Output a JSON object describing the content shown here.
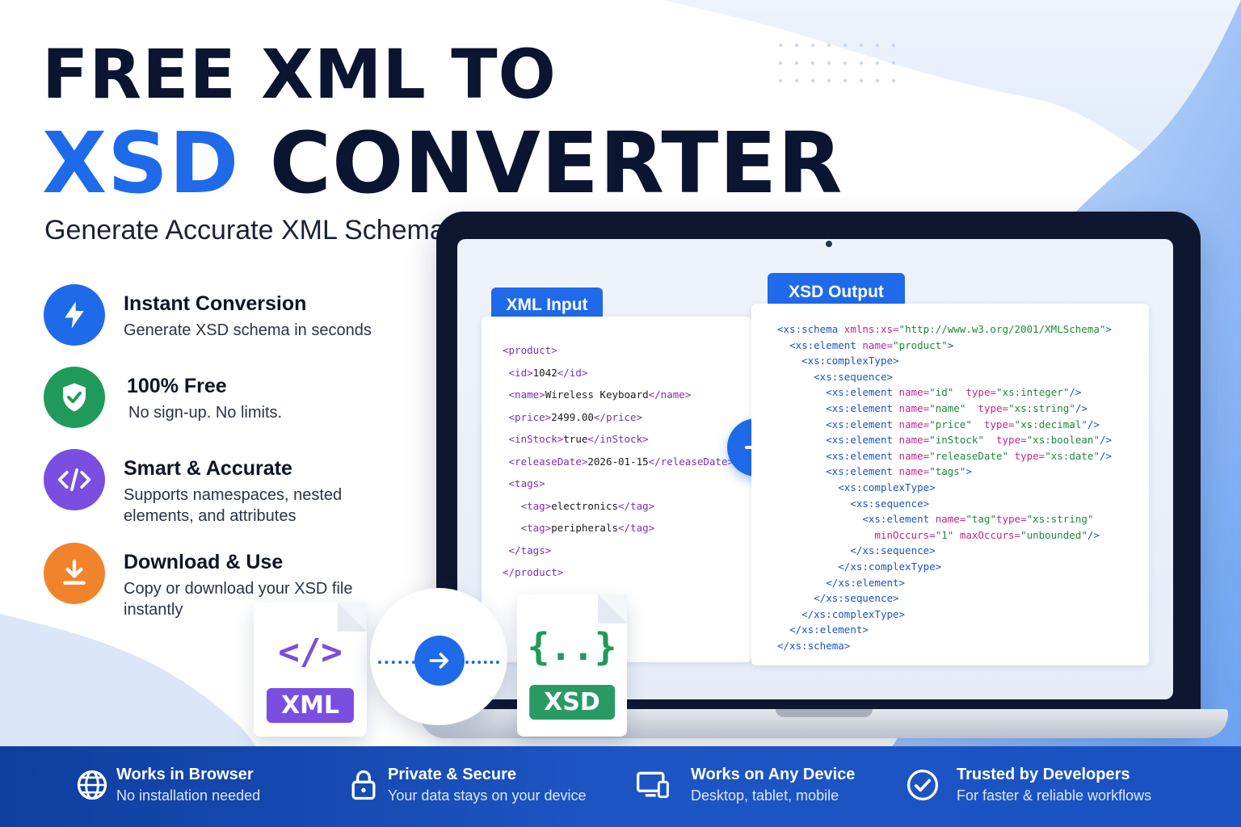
{
  "headline": {
    "line1": "FREE XML TO",
    "line2_accent": "XSD",
    "line2_rest": "CONVERTER",
    "subtitle": "Generate Accurate XML Schemas Instantly"
  },
  "features": [
    {
      "title": "Instant Conversion",
      "desc": "Generate XSD schema in seconds",
      "icon": "lightning-icon",
      "color": "#1f6ae8"
    },
    {
      "title": "100% Free",
      "desc": "No sign-up. No limits.",
      "icon": "shield-check-icon",
      "color": "#1f9a5a"
    },
    {
      "title": "Smart & Accurate",
      "desc": "Supports namespaces, nested elements, and attributes",
      "icon": "code-icon",
      "color": "#7a4ee0"
    },
    {
      "title": "Download & Use",
      "desc": "Copy or download your XSD file instantly",
      "icon": "download-icon",
      "color": "#f2832d"
    }
  ],
  "panels": {
    "input_tab": "XML Input",
    "output_tab": "XSD Output"
  },
  "xml_input": {
    "product_open": "<product>",
    "id": "1042",
    "name": "Wireless Keyboard",
    "price": "2499.00",
    "inStock": "true",
    "releaseDate": "2026-01-15",
    "tag1": "electronics",
    "tag2": "peripherals"
  },
  "xsd_output": {
    "namespace": "http://www.w3.org/2001/XMLSchema",
    "root_name": "product",
    "fields": [
      {
        "name": "id",
        "type": "xs:integer"
      },
      {
        "name": "name",
        "type": "xs:string"
      },
      {
        "name": "price",
        "type": "xs:decimal"
      },
      {
        "name": "inStock",
        "type": "xs:boolean"
      },
      {
        "name": "releaseDate",
        "type": "xs:date"
      }
    ],
    "tags_name": "tags",
    "tag_name": "tag",
    "tag_type": "xs:string",
    "min_occurs": "1",
    "max_occurs": "unbounded"
  },
  "file_cards": {
    "xml_badge": "XML",
    "xml_glyph": "</>",
    "xsd_badge": "XSD",
    "xsd_glyph": "{..}"
  },
  "footer": [
    {
      "title": "Works in Browser",
      "desc": "No installation needed",
      "icon": "globe-icon"
    },
    {
      "title": "Private & Secure",
      "desc": "Your data stays on your device",
      "icon": "lock-icon"
    },
    {
      "title": "Works on Any Device",
      "desc": "Desktop, tablet, mobile",
      "icon": "devices-icon"
    },
    {
      "title": "Trusted by Developers",
      "desc": "For faster & reliable workflows",
      "icon": "check-circle-icon"
    }
  ],
  "colors": {
    "accent": "#1f6ae8",
    "dark": "#0b1430",
    "footer": "#1a52c2"
  }
}
